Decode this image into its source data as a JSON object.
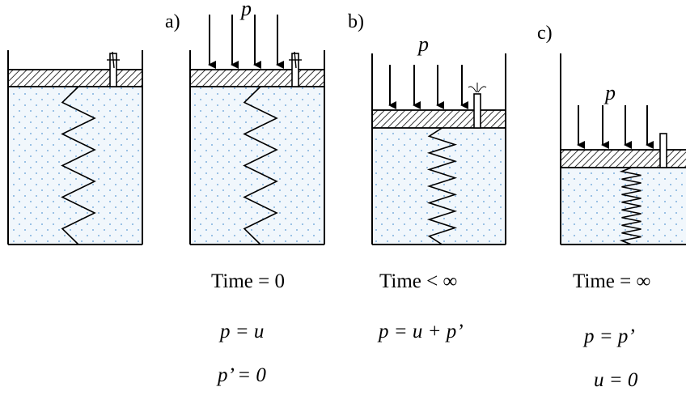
{
  "panels": [
    {
      "letter": "",
      "load": "",
      "time": "",
      "eq1": "",
      "eq2": ""
    },
    {
      "letter": "a)",
      "load": "p",
      "time": "Time = 0",
      "eq1": "p = u",
      "eq2": "p’ = 0"
    },
    {
      "letter": "b)",
      "load": "p",
      "time": "Time < ∞",
      "eq1": "p = u + p’",
      "eq2": ""
    },
    {
      "letter": "c)",
      "load": "p",
      "time": "Time = ∞",
      "eq1": "p = p’",
      "eq2": "u = 0"
    }
  ],
  "colors": {
    "stroke": "#000000",
    "dots": "#5b9bd5",
    "soil_bg": "#eef5fb",
    "hatch": "#000000"
  }
}
